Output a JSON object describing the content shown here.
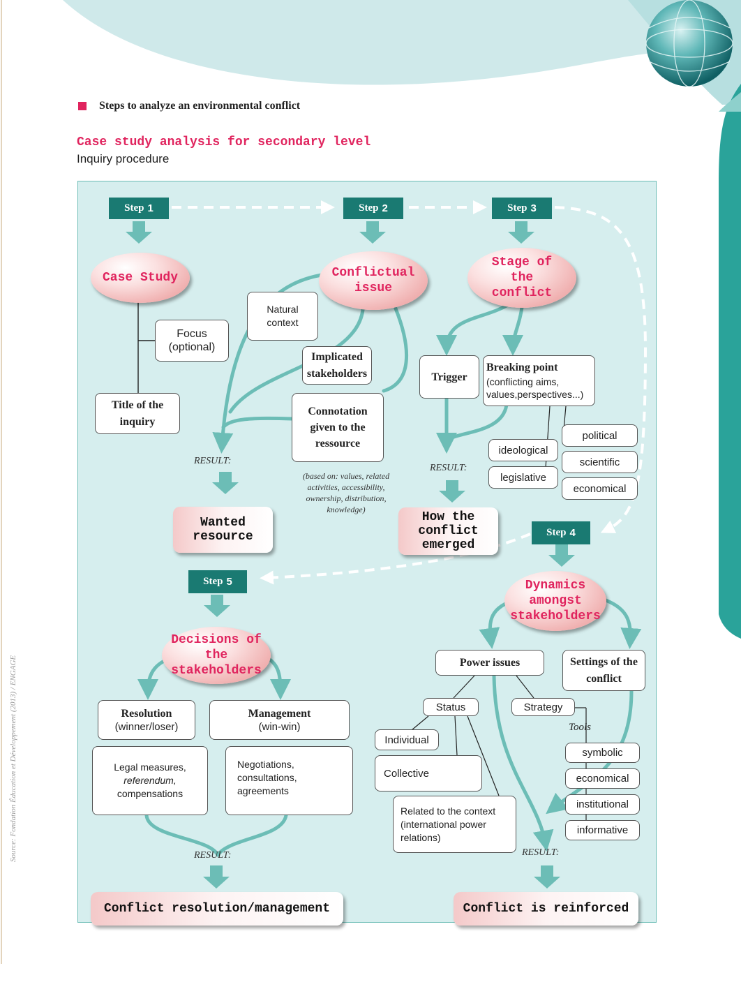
{
  "section_heading": "Steps to analyze an environmental conflict",
  "case_title": "Case study analysis for secondary level",
  "case_subtitle": "Inquiry procedure",
  "side_credit": "Source: Fondation Éducation et Développement (2013) / ENGAGE",
  "colors": {
    "teal": "#1a7a72",
    "panel": "#d6eeee",
    "connector": "#6cbdb6",
    "accent": "#e0245e",
    "bullet": "#e0245e"
  },
  "steps": {
    "s1": "1",
    "s2": "2",
    "s3": "3",
    "s4": "4",
    "s5": "5",
    "word": "Step"
  },
  "ellipses": {
    "case_study": "Case Study",
    "conflictual": "Conflictual issue",
    "stage": "Stage of the conflict",
    "dynamics": "Dynamics amongst stakeholders",
    "decisions": "Decisions of the stakeholders"
  },
  "boxes": {
    "focus": "Focus (optional)",
    "title_inquiry": "Title of the inquiry",
    "natural_context": "Natural context",
    "implicated": "Implicated stakeholders",
    "connotation": "Connotation given to the ressource",
    "connotation_note": "(based on: values, related activities, accessibility, ownership, distribution, knowledge)",
    "trigger": "Trigger",
    "breaking_title": "Breaking point",
    "breaking_desc": "(conflicting aims, values,perspectives...)",
    "political": "political",
    "ideological": "ideological",
    "scientific": "scientific",
    "legislative": "legislative",
    "economical": "economical",
    "power_issues": "Power issues",
    "settings": "Settings of the conflict",
    "status": "Status",
    "strategy": "Strategy",
    "tools": "Tools",
    "individual": "Individual",
    "collective": "Collective",
    "related_context": "Related to the context (international power relations)",
    "symbolic": "symbolic",
    "economical2": "economical",
    "institutional": "institutional",
    "informative": "informative",
    "resolution_title": "Resolution",
    "resolution_sub": "(winner/loser)",
    "management_title": "Management",
    "management_sub": "(win-win)",
    "legal1": "Legal measures,",
    "legal2": "referendum,",
    "legal3": "compensations",
    "negotiations": "Negotiations, consultations, agreements"
  },
  "results": {
    "label": "RESULT:",
    "wanted": "Wanted resource",
    "emerged": "How the conflict emerged",
    "resolution": "Conflict resolution/management",
    "reinforced": "Conflict is reinforced"
  }
}
